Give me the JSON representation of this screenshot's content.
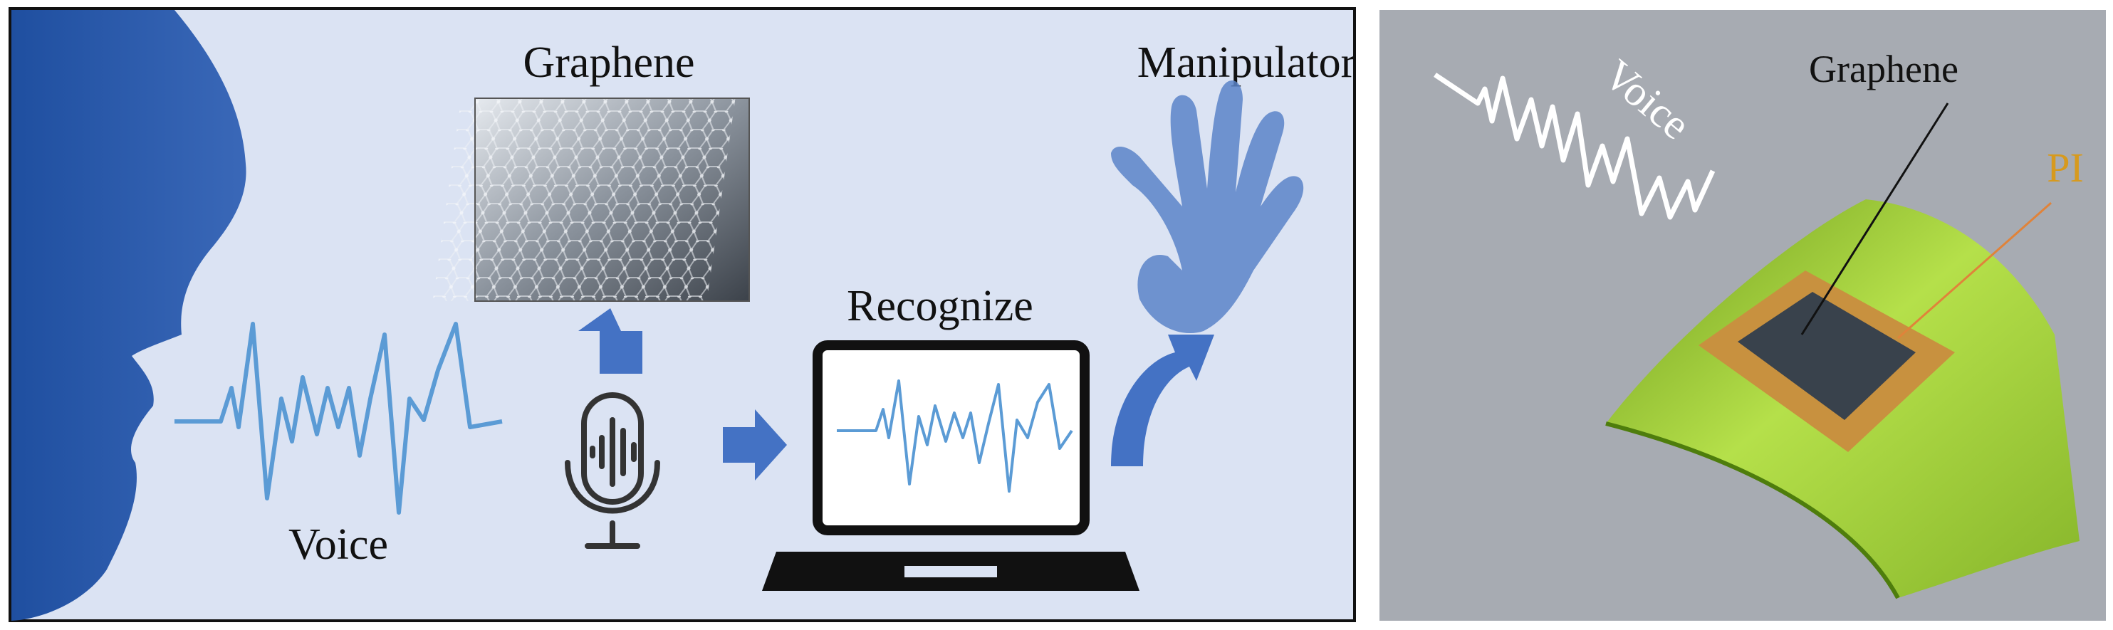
{
  "left_panel": {
    "graphene_label": "Graphene",
    "manipulator_label": "Manipulator",
    "recognize_label": "Recognize",
    "voice_label": "Voice"
  },
  "right_panel": {
    "voice_label": "Voice",
    "graphene_label": "Graphene",
    "pi_label": "PI"
  },
  "colors": {
    "left_background": "#dbe3f3",
    "right_background": "#a7abb2",
    "wave_blue": "#5b9bd5",
    "arrow_blue": "#4472c4",
    "silhouette_blue": "#2e5aa8",
    "film_green": "#9acd32",
    "pi_orange": "#c8913f",
    "graphene_dark": "#39424c",
    "pi_text": "#d79a1e"
  }
}
